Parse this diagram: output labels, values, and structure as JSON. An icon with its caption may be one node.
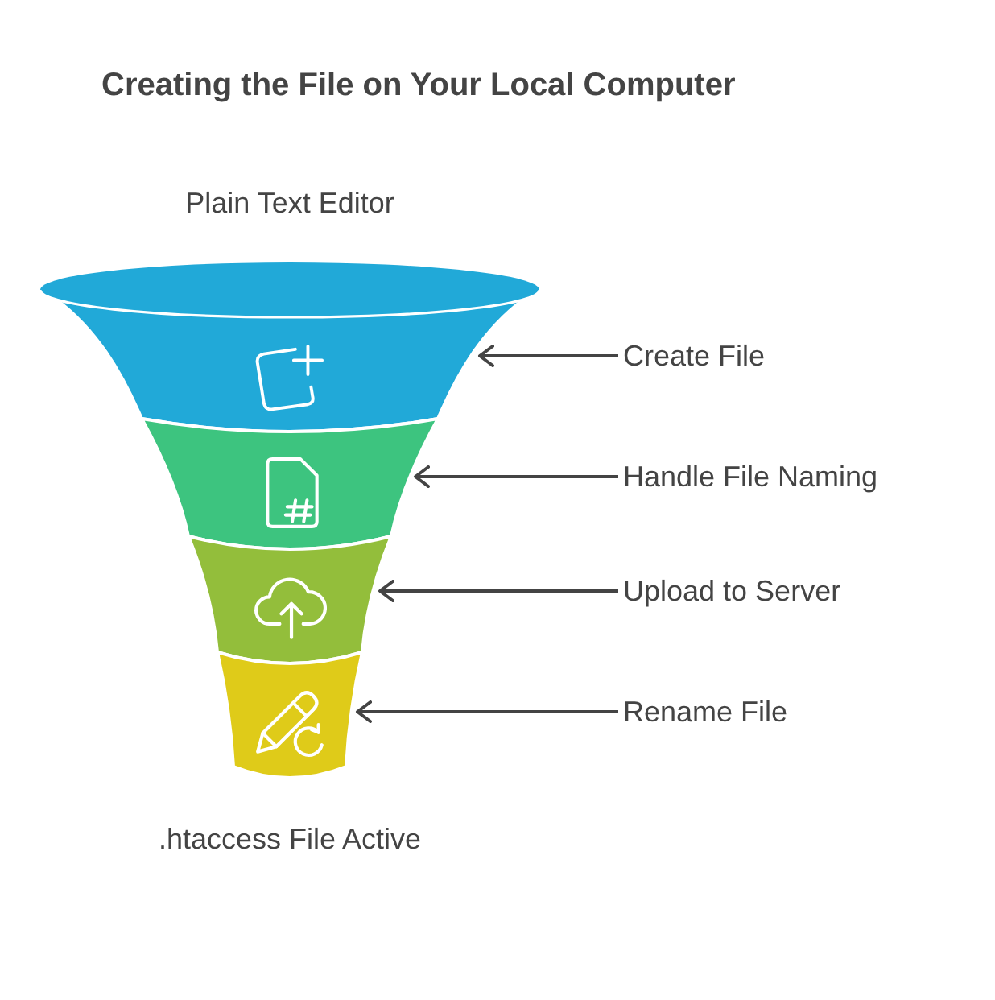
{
  "diagram": {
    "title": "Creating the File on Your Local Computer",
    "nodes": [
      {
        "text": [],
        "shape": "band"
      },
      {
        "text": [],
        "shape": "band"
      },
      {
        "text": [],
        "shape": "band"
      },
      {
        "text": [],
        "shape": "band"
      },
      {
        "text": [
          "Create File"
        ]
      },
      {
        "text": [
          "Handle File Naming"
        ]
      },
      {
        "text": [
          "Upload to Server"
        ]
      },
      {
        "text": [
          "Rename File"
        ]
      }
    ],
    "edges": [
      {
        "from": 4,
        "to": 0,
        "arrow": "to"
      },
      {
        "from": 5,
        "to": 1,
        "arrow": "to"
      },
      {
        "from": 6,
        "to": 2,
        "arrow": "to"
      },
      {
        "from": 7,
        "to": 3,
        "arrow": "to"
      }
    ],
    "labels": [
      "Plain Text Editor",
      ".htaccess File Active"
    ]
  }
}
